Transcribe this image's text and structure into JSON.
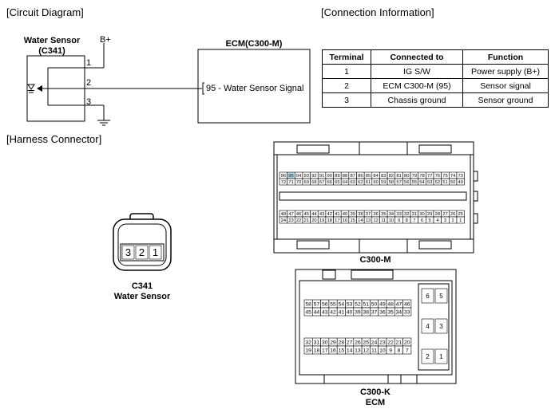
{
  "sections": {
    "circuit_diagram": "[Circuit Diagram]",
    "connection_information": "[Connection Information]",
    "harness_connector": "[Harness Connector]"
  },
  "circuit": {
    "sensor_name": "Water Sensor",
    "sensor_code": "(C341)",
    "supply_label": "B+",
    "pin_1": "1",
    "pin_2": "2",
    "pin_3": "3",
    "ecm_title": "ECM(C300-M)",
    "ecm_signal": "95 - Water Sensor Signal"
  },
  "connection_table": {
    "headers": [
      "Terminal",
      "Connected to",
      "Function"
    ],
    "rows": [
      [
        "1",
        "IG S/W",
        "Power supply (B+)"
      ],
      [
        "2",
        "ECM C300-M (95)",
        "Sensor signal"
      ],
      [
        "3",
        "Chassis ground",
        "Sensor ground"
      ]
    ]
  },
  "harness": {
    "sensor_pins": [
      "3",
      "2",
      "1"
    ],
    "sensor_label_code": "C341",
    "sensor_label_name": "Water Sensor",
    "c300m_label": "C300-M",
    "c300m_rows": [
      [
        "96",
        "95",
        "94",
        "93",
        "92",
        "91",
        "90",
        "89",
        "88",
        "87",
        "86",
        "85",
        "84",
        "83",
        "82",
        "81",
        "80",
        "79",
        "78",
        "77",
        "76",
        "75",
        "74",
        "73"
      ],
      [
        "72",
        "71",
        "70",
        "69",
        "68",
        "67",
        "66",
        "65",
        "64",
        "63",
        "62",
        "61",
        "60",
        "59",
        "58",
        "57",
        "56",
        "55",
        "54",
        "53",
        "52",
        "51",
        "50",
        "49"
      ],
      [
        "48",
        "47",
        "46",
        "45",
        "44",
        "43",
        "42",
        "41",
        "40",
        "39",
        "38",
        "37",
        "36",
        "35",
        "34",
        "33",
        "32",
        "31",
        "30",
        "29",
        "28",
        "27",
        "26",
        "25"
      ],
      [
        "24",
        "23",
        "22",
        "21",
        "20",
        "19",
        "18",
        "17",
        "16",
        "15",
        "14",
        "13",
        "12",
        "11",
        "10",
        "9",
        "8",
        "7",
        "6",
        "5",
        "4",
        "3",
        "2",
        "1"
      ]
    ],
    "c300m_highlight": "95",
    "c300k_label_code": "C300-K",
    "c300k_label_name": "ECM",
    "c300k_rows": [
      [
        "58",
        "57",
        "56",
        "55",
        "54",
        "53",
        "52",
        "51",
        "50",
        "49",
        "48",
        "47",
        "46"
      ],
      [
        "45",
        "44",
        "43",
        "42",
        "41",
        "40",
        "39",
        "38",
        "37",
        "36",
        "35",
        "34",
        "33"
      ],
      [
        "32",
        "31",
        "30",
        "29",
        "28",
        "27",
        "26",
        "25",
        "24",
        "23",
        "22",
        "21",
        "20"
      ],
      [
        "19",
        "18",
        "17",
        "16",
        "15",
        "14",
        "13",
        "12",
        "11",
        "10",
        "9",
        "8",
        "7"
      ]
    ],
    "c300k_power": [
      [
        "6",
        "5"
      ],
      [
        "4",
        "3"
      ],
      [
        "2",
        "1"
      ]
    ]
  }
}
